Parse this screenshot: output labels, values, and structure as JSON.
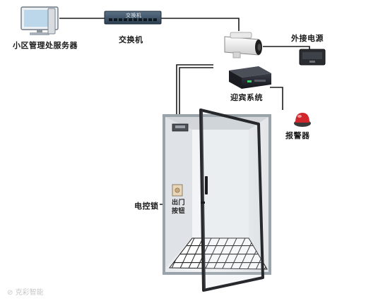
{
  "labels": {
    "server": "小区管理处服务器",
    "switch": "交换机",
    "switch_faceplate": "交换机",
    "external_power": "外接电源",
    "guest_system": "迎宾系统",
    "alarm": "报警器",
    "electric_lock": "电控锁",
    "exit_button_line1": "出门",
    "exit_button_line2": "按钮"
  },
  "watermark": "克彩智能",
  "colors": {
    "wire": "#1b1b1b",
    "cabinet_blue": "#3a5066",
    "door_frame": "#26282c",
    "floor_grid": "#222222",
    "alarm_red": "#d0262c",
    "camera_white": "#f4f4f4"
  },
  "icons": {
    "server": "desktop-computer-icon",
    "switch": "network-switch-icon",
    "camera": "bullet-camera-icon",
    "power": "power-adapter-icon",
    "guest_box": "guest-system-box-icon",
    "alarm": "alarm-bell-icon",
    "lock": "electric-lock-icon",
    "exit_button": "exit-button-icon"
  }
}
